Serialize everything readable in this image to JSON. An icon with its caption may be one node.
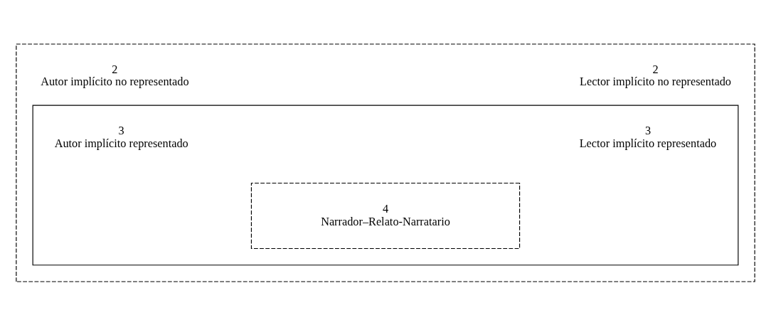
{
  "diagram": {
    "nodes": [
      {
        "text": [],
        "shape": "box"
      },
      {
        "text": [
          "2",
          "Autor implícito no representado"
        ],
        "in": 0
      },
      {
        "text": [
          "2",
          "Lector implícito no representado"
        ],
        "in": 0
      },
      {
        "text": [],
        "shape": "box",
        "in": 0
      },
      {
        "text": [
          "3",
          "Autor implícito representado"
        ],
        "in": 3
      },
      {
        "text": [
          "3",
          "Lector implícito representado"
        ],
        "in": 3
      },
      {
        "text": [
          "4",
          "Narrador–Relato-Narratario"
        ],
        "in": 3
      }
    ],
    "edges": []
  }
}
